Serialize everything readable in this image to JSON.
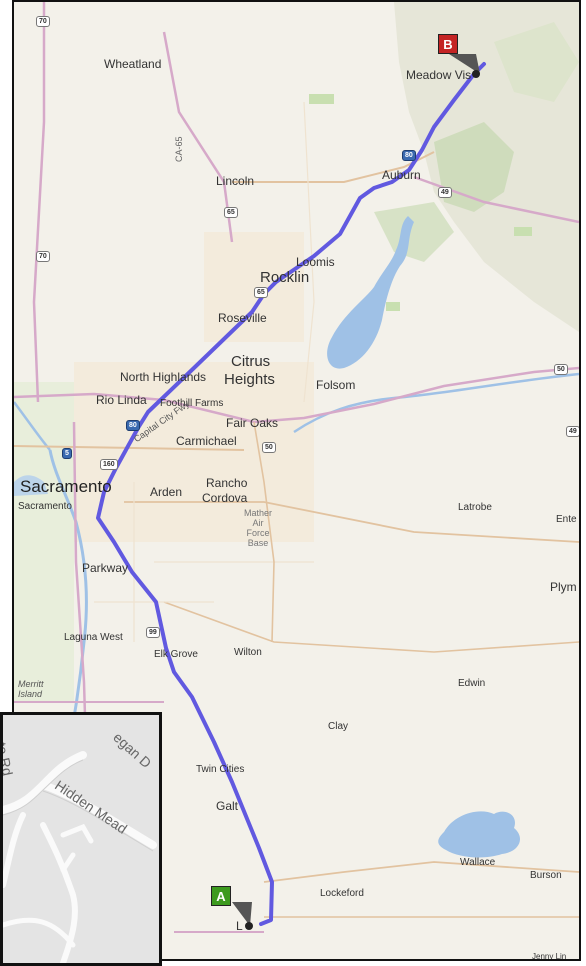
{
  "map": {
    "route_color": "#6159e0",
    "water_color": "#9fc1e6",
    "markers": {
      "start": {
        "letter": "A",
        "color": "#3c9a1e"
      },
      "end": {
        "letter": "B",
        "color": "#c42424"
      }
    },
    "places": {
      "wheatland": "Wheatland",
      "meadow_vista": "Meadow Vis",
      "lincoln": "Lincoln",
      "auburn": "Auburn",
      "loomis": "Loomis",
      "rocklin": "Rocklin",
      "roseville": "Roseville",
      "citrus": "Citrus",
      "heights": "Heights",
      "north_highlands": "North Highlands",
      "folsom": "Folsom",
      "rio_linda": "Rio Linda",
      "foothill_farms": "Foothill Farms",
      "fair_oaks": "Fair Oaks",
      "carmichael": "Carmichael",
      "sacramento_big": "Sacramento",
      "sacramento_small": "Sacramento",
      "arden": "Arden",
      "rancho": "Rancho",
      "cordova": "Cordova",
      "latrobe": "Latrobe",
      "ente": "Ente",
      "mather": "Mather",
      "air": "Air",
      "force": "Force",
      "base": "Base",
      "parkway": "Parkway",
      "plym": "Plym",
      "laguna_west": "Laguna West",
      "elk_grove": "Elk Grove",
      "wilton": "Wilton",
      "merritt": "Merritt",
      "island": "Island",
      "edwin": "Edwin",
      "clay": "Clay",
      "twin_cities": "Twin Cities",
      "galt": "Galt",
      "wallace": "Wallace",
      "burson": "Burson",
      "lockeford": "Lockeford",
      "lodi": "L",
      "jenny_lind": "Jenny Lin",
      "ca65": "CA-65",
      "capital_city": "Capital City Fwy"
    },
    "shields": {
      "s70_top": "70",
      "s70_left": "70",
      "s65_lincoln": "65",
      "s65_rocklin": "65",
      "s80_auburn": "80",
      "s49": "49",
      "s50_right": "50",
      "s49_right": "49",
      "s80_sac": "80",
      "s5": "5",
      "s160": "160",
      "s50_fo": "50",
      "s99": "99"
    }
  },
  "inset": {
    "road_te": "te Rd",
    "road_egan": "egan D",
    "road_hidden": "Hidden Mead"
  }
}
